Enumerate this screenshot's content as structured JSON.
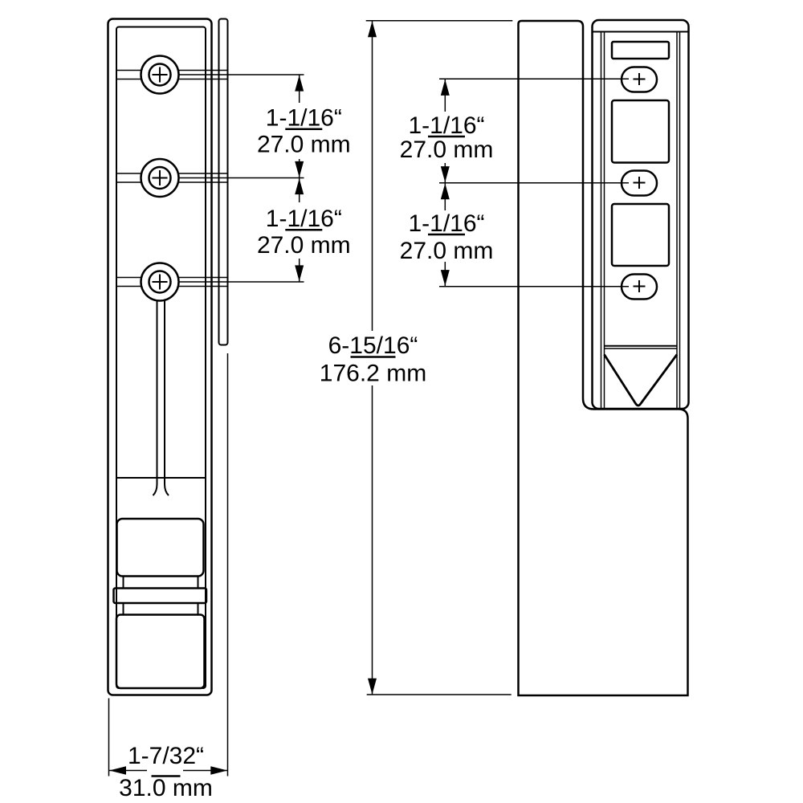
{
  "drawing": {
    "type": "technical-dimension-drawing",
    "part": "hinge-profile-two-views",
    "colors": {
      "line": "#000000",
      "background": "#ffffff"
    }
  },
  "dimensions": {
    "front_hole_spacing": [
      {
        "inch": "1-1/16“",
        "mm": "27.0 mm"
      },
      {
        "inch": "1-1/16“",
        "mm": "27.0 mm"
      }
    ],
    "side_hole_spacing": [
      {
        "inch": "1-1/16“",
        "mm": "27.0 mm"
      },
      {
        "inch": "1-1/16“",
        "mm": "27.0 mm"
      }
    ],
    "overall_height": {
      "inch": "6-15/16“",
      "mm": "176.2 mm"
    },
    "overall_width": {
      "inch": "1-7/32“",
      "mm": "31.0 mm"
    }
  }
}
